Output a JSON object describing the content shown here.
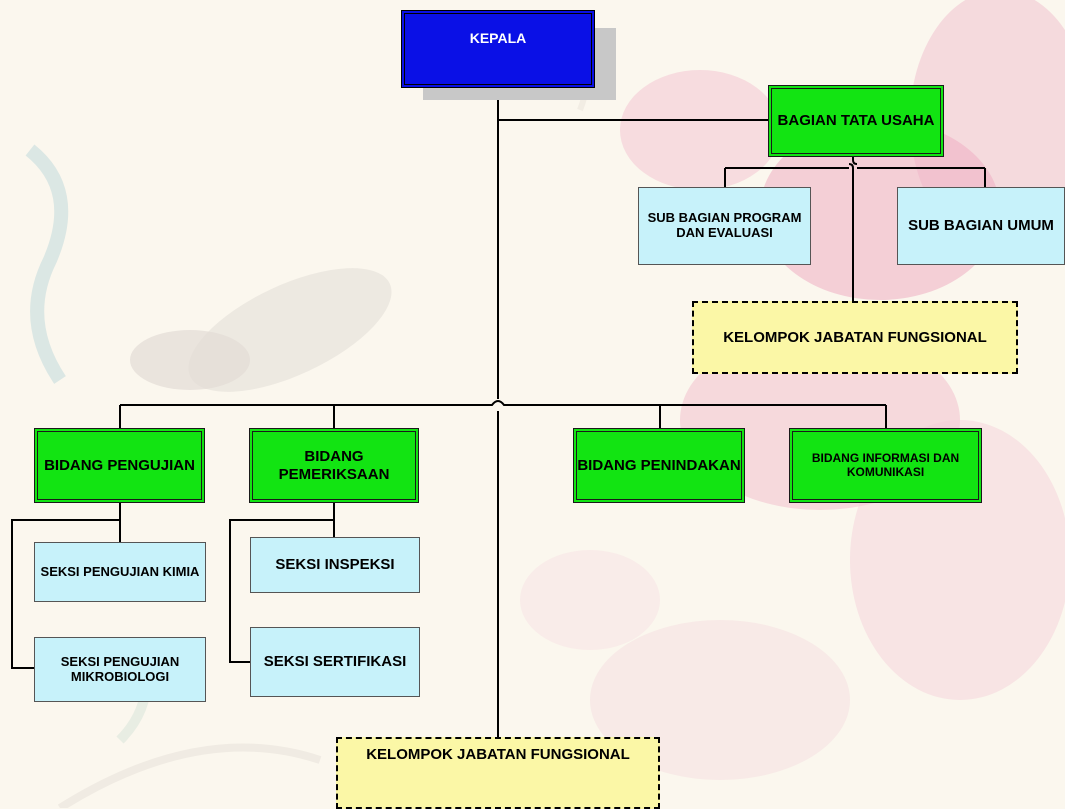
{
  "diagram": {
    "head": {
      "label": "KEPALA"
    },
    "tata_usaha": {
      "label": "BAGIAN TATA USAHA",
      "subs": [
        {
          "label": "SUB BAGIAN PROGRAM DAN EVALUASI"
        },
        {
          "label": "SUB BAGIAN UMUM"
        }
      ],
      "fungsional": {
        "label": "KELOMPOK JABATAN FUNGSIONAL"
      }
    },
    "bidang": [
      {
        "label": "BIDANG PENGUJIAN",
        "seksi": [
          {
            "label": "SEKSI PENGUJIAN KIMIA"
          },
          {
            "label": "SEKSI PENGUJIAN MIKROBIOLOGI"
          }
        ]
      },
      {
        "label": "BIDANG PEMERIKSAAN",
        "seksi": [
          {
            "label": "SEKSI INSPEKSI"
          },
          {
            "label": "SEKSI SERTIFIKASI"
          }
        ]
      },
      {
        "label": "BIDANG PENINDAKAN"
      },
      {
        "label": "BIDANG INFORMASI DAN KOMUNIKASI"
      }
    ],
    "fungsional_bottom": {
      "label": "KELOMPOK JABATAN FUNGSIONAL"
    }
  }
}
